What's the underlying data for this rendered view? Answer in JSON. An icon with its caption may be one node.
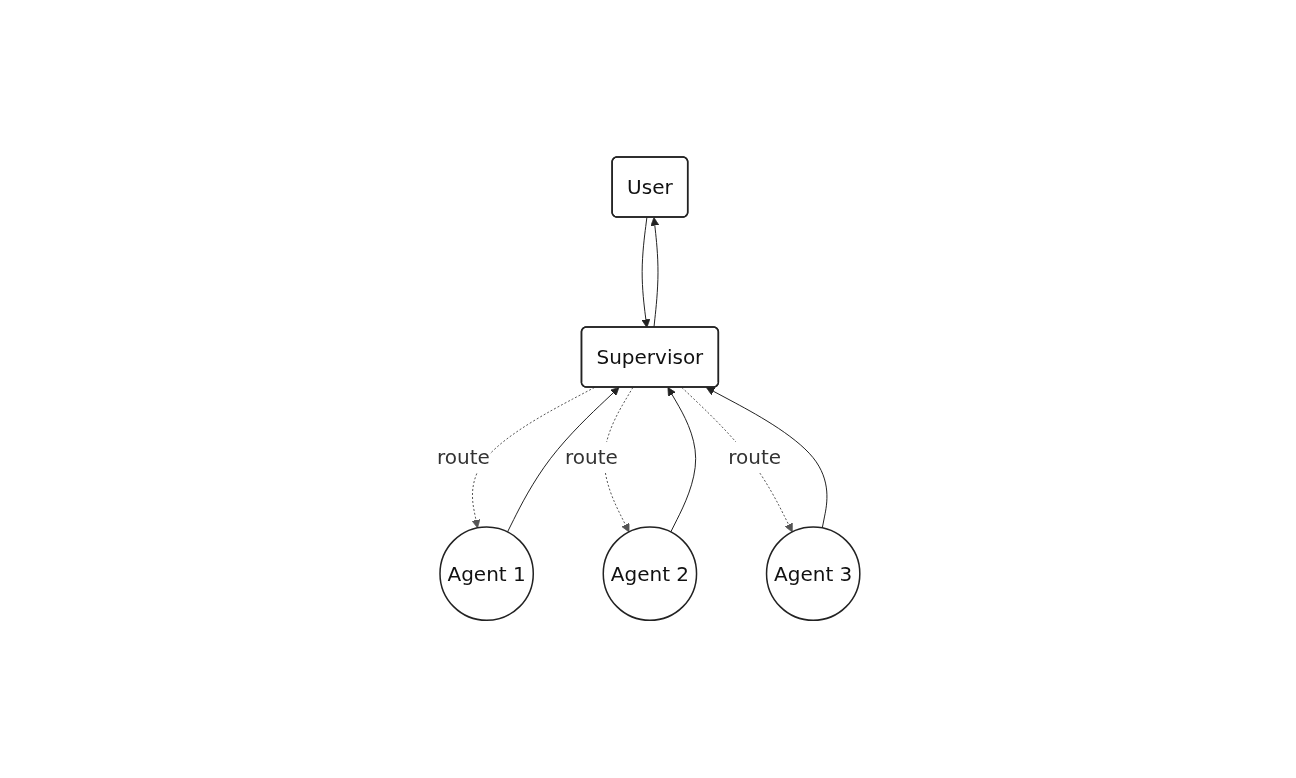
{
  "diagram": {
    "nodes": [
      {
        "text": [
          "User"
        ]
      },
      {
        "text": [
          "Supervisor"
        ]
      },
      {
        "text": [
          "Agent 1"
        ]
      },
      {
        "text": [
          "Agent 2"
        ]
      },
      {
        "text": [
          "Agent 3"
        ]
      }
    ],
    "edges": [
      {
        "from": 0,
        "to": 1,
        "arrow": "to"
      },
      {
        "from": 1,
        "to": 0,
        "arrow": "to"
      },
      {
        "from": 2,
        "to": 1,
        "arrow": "to"
      },
      {
        "from": 1,
        "to": 2,
        "arrow": "to",
        "label": "route",
        "style": "dashed",
        "color": "#555555"
      },
      {
        "from": 1,
        "to": 3,
        "arrow": "to",
        "label": "route",
        "style": "dashed",
        "color": "#555555"
      },
      {
        "from": 3,
        "to": 1,
        "arrow": "to"
      },
      {
        "from": 1,
        "to": 4,
        "arrow": "to",
        "label": "route",
        "style": "dashed",
        "color": "#555555"
      },
      {
        "from": 4,
        "to": 1,
        "arrow": "to"
      }
    ]
  }
}
